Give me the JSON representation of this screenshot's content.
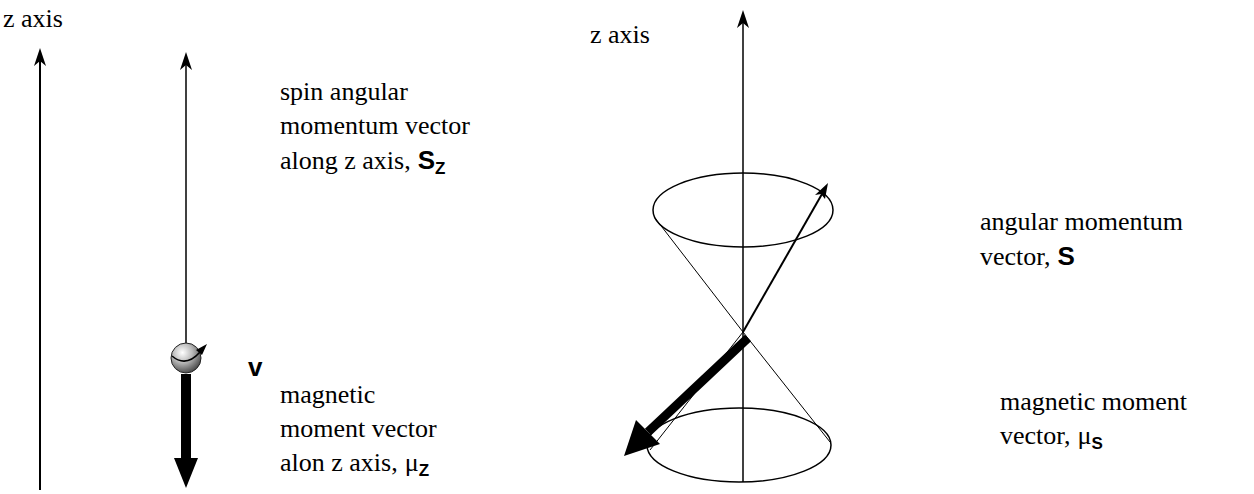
{
  "diagram": {
    "labels": [
      "z axis",
      "spin angular momentum vector along z axis,",
      "S",
      "Z",
      "v",
      "magnetic moment vector alon z axis,",
      "μ",
      "Z",
      "z axis",
      "angular momentum vector,",
      "S",
      "magnetic moment vector,",
      "μ",
      "S"
    ]
  }
}
